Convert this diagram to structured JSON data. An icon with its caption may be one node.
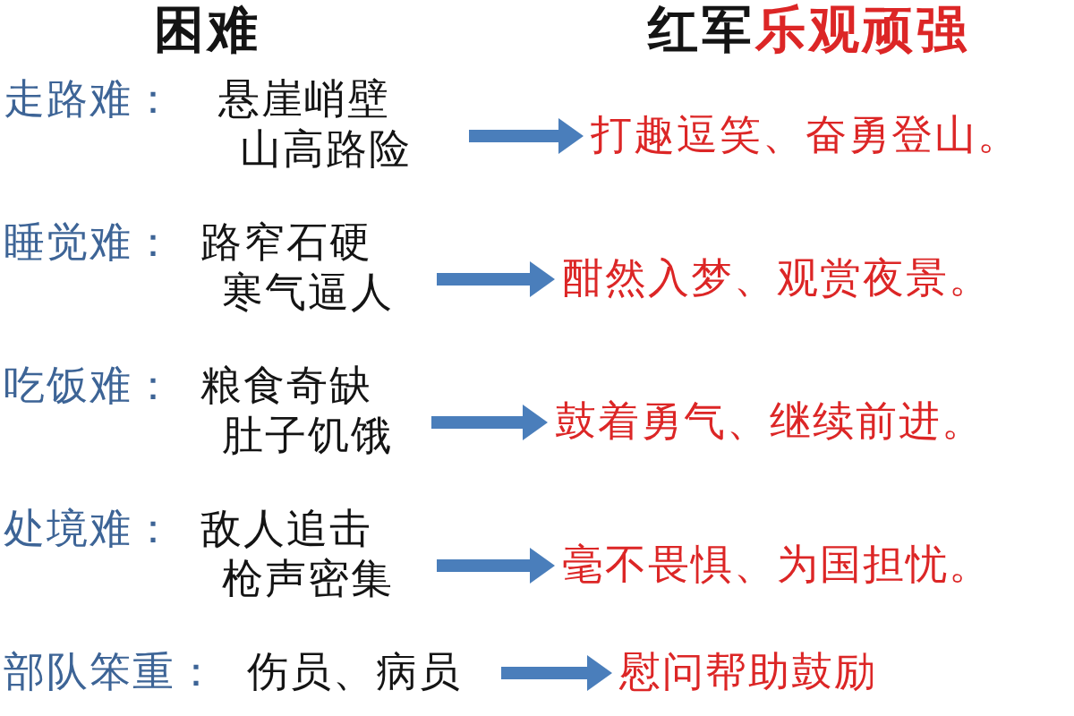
{
  "diagram": {
    "nodes": [
      {
        "text": [
          "走路难：",
          "悬崖峭壁山高路险"
        ]
      },
      {
        "text": [
          "打趣逗笑、奋勇登山。"
        ]
      },
      {
        "text": [
          "睡觉难：",
          "路窄石硬寒气逼人"
        ]
      },
      {
        "text": [
          "酣然入梦、观赏夜景。"
        ]
      },
      {
        "text": [
          "吃饭难：",
          "粮食奇缺肚子饥饿"
        ]
      },
      {
        "text": [
          "鼓着勇气、继续前进。"
        ]
      },
      {
        "text": [
          "处境难：",
          "敌人追击枪声密集"
        ]
      },
      {
        "text": [
          "毫不畏惧、为国担忧。"
        ]
      },
      {
        "text": [
          "部队笨重：",
          "伤员、病员"
        ]
      },
      {
        "text": [
          "慰问帮助鼓励"
        ]
      }
    ],
    "edges": [
      {
        "from": 0,
        "to": 1,
        "arrow": "to"
      },
      {
        "from": 2,
        "to": 3,
        "arrow": "to"
      },
      {
        "from": 4,
        "to": 5,
        "arrow": "to"
      },
      {
        "from": 6,
        "to": 7,
        "arrow": "to"
      },
      {
        "from": 8,
        "to": 9,
        "arrow": "to"
      }
    ],
    "labels": [
      "困难",
      "红军",
      "乐观顽强"
    ]
  }
}
